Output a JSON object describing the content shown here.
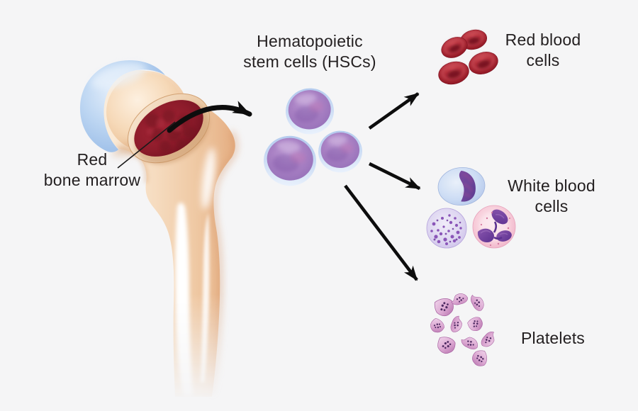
{
  "title": "Hematopoiesis diagram",
  "labels": {
    "marrow": {
      "line1": "Red",
      "line2": "bone marrow"
    },
    "hsc": {
      "line1": "Hematopoietic",
      "line2": "stem cells (HSCs)"
    },
    "rbc": {
      "line1": "Red blood",
      "line2": "cells"
    },
    "wbc": {
      "line1": "White blood",
      "line2": "cells"
    },
    "platelets": {
      "line1": "Platelets"
    }
  },
  "flow": {
    "source": "Red bone marrow",
    "intermediate": "Hematopoietic stem cells (HSCs)",
    "products": [
      "Red blood cells",
      "White blood cells",
      "Platelets"
    ]
  },
  "colors": {
    "background": "#f5f5f6",
    "text": "#231f20",
    "arrow": "#0d0d0d",
    "bone_tan": "#f2cda9",
    "cartilage_blue": "#aac9ea",
    "marrow_red": "#8e1c2b",
    "stem_cell_purple": "#a37dbe",
    "stem_cell_membrane": "#c6d9f3",
    "red_blood_cell": "#a31f2d",
    "wbc_blue": "#ccdcf4",
    "wbc_lavender": "#ddd5f0",
    "wbc_pink": "#f6c5d6",
    "wbc_nucleus_purple": "#653f97",
    "platelet_pink": "#d9a0cd"
  }
}
